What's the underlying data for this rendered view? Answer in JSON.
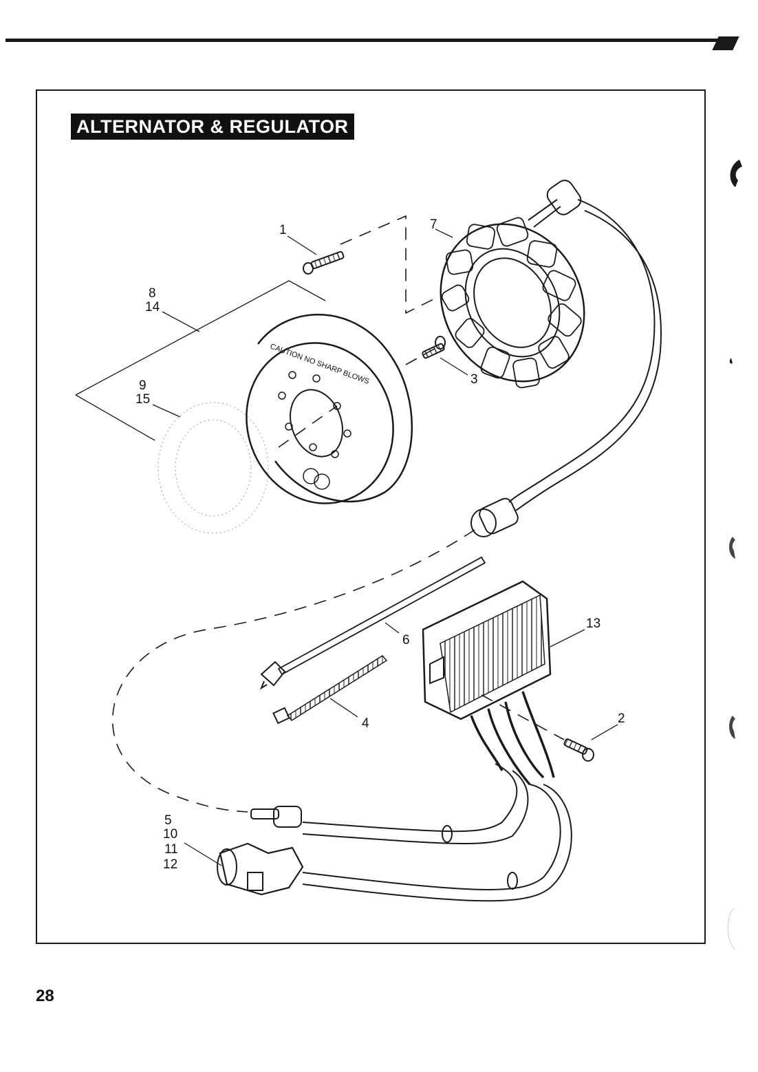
{
  "title": "ALTERNATOR & REGULATOR",
  "page_number": "28",
  "callouts": {
    "c1": "1",
    "c2": "2",
    "c3": "3",
    "c4": "4",
    "c5_group": [
      "5",
      "10",
      "11",
      "12"
    ],
    "c6": "6",
    "c7": "7",
    "c8_group": [
      "8",
      "14"
    ],
    "c9_group": [
      "9",
      "15"
    ],
    "c13": "13"
  },
  "rotor_text": "CAUTION NO SHARP BLOWS"
}
